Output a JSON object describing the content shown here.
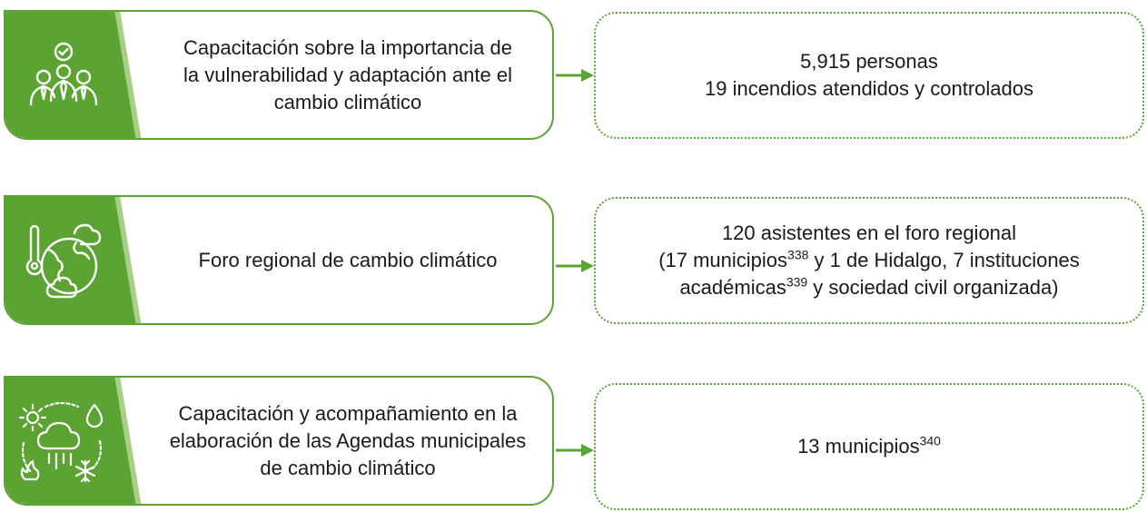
{
  "rows": [
    {
      "icon": "team-people-check-icon",
      "left_lines": [
        "Capacitación sobre la importancia de",
        "la vulnerabilidad y adaptación ante el",
        "cambio climático"
      ],
      "right_lines": [
        "5,915 personas",
        "19 incendios atendidos y controlados"
      ]
    },
    {
      "icon": "globe-thermometer-cloud-icon",
      "left_lines": [
        "Foro regional de cambio climático"
      ],
      "right": {
        "line1": "120 asistentes en el foro regional",
        "line2_a": "(17 municipios",
        "line2_sup": "338",
        "line2_b": " y 1 de Hidalgo, 7 instituciones",
        "line3_a": "académicas",
        "line3_sup": "339",
        "line3_b": " y sociedad civil organizada)"
      }
    },
    {
      "icon": "weather-sun-rain-snow-fire-icon",
      "left_lines": [
        "Capacitación y acompañamiento en la",
        "elaboración de las Agendas municipales",
        "de cambio climático"
      ],
      "right": {
        "text": "13 municipios",
        "sup": "340"
      }
    }
  ],
  "colors": {
    "green": "#5ba332",
    "green_dark": "#3f8a22",
    "green_light": "#a9cf86"
  }
}
